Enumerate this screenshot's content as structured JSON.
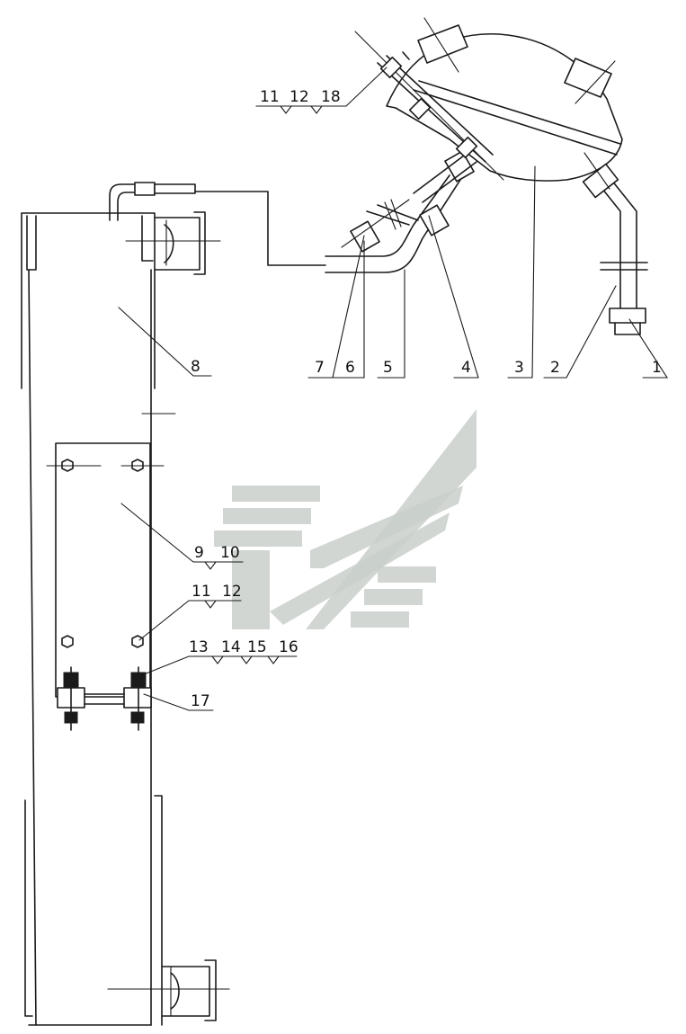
{
  "labels": {
    "p1": "1",
    "p2": "2",
    "p3": "3",
    "p4": "4",
    "p5": "5",
    "p6": "6",
    "p7": "7",
    "p8": "8",
    "g_11_12_18": {
      "a": "11",
      "b": "12",
      "c": "18"
    },
    "g_9_10": {
      "a": "9",
      "b": "10"
    },
    "g_11_12": {
      "a": "11",
      "b": "12"
    },
    "g_13_16": {
      "a": "13",
      "b": "14",
      "c": "15",
      "d": "16"
    },
    "p17": "17"
  },
  "colors": {
    "line": "#1a1a1a",
    "background": "#ffffff",
    "watermark": "#c9cfca"
  }
}
